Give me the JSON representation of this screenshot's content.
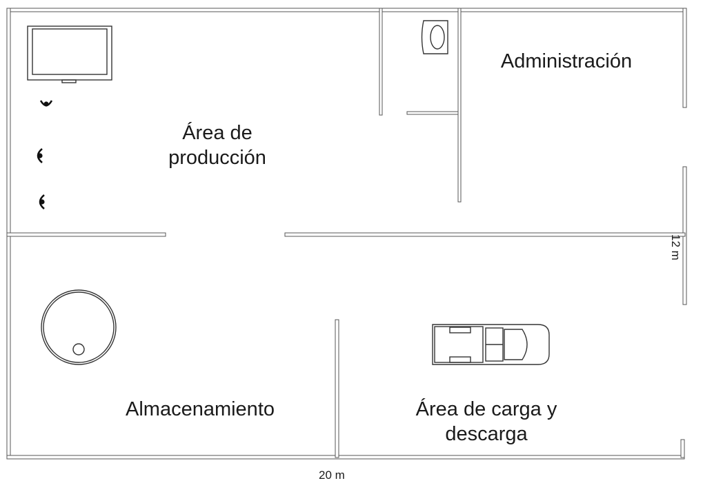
{
  "rooms": {
    "production": [
      "Área de",
      "producción"
    ],
    "administration": "Administración",
    "storage": "Almacenamiento",
    "loading": [
      "Área de carga y",
      "descarga"
    ]
  },
  "dimensions": {
    "width": "20 m",
    "height": "12 m"
  },
  "icons": [
    "machine-icon",
    "toilet-icon",
    "worker-icon",
    "tank-icon",
    "truck-icon"
  ],
  "colors": {
    "wall": "#555555",
    "line": "#333333",
    "text": "#1a1a1a"
  }
}
